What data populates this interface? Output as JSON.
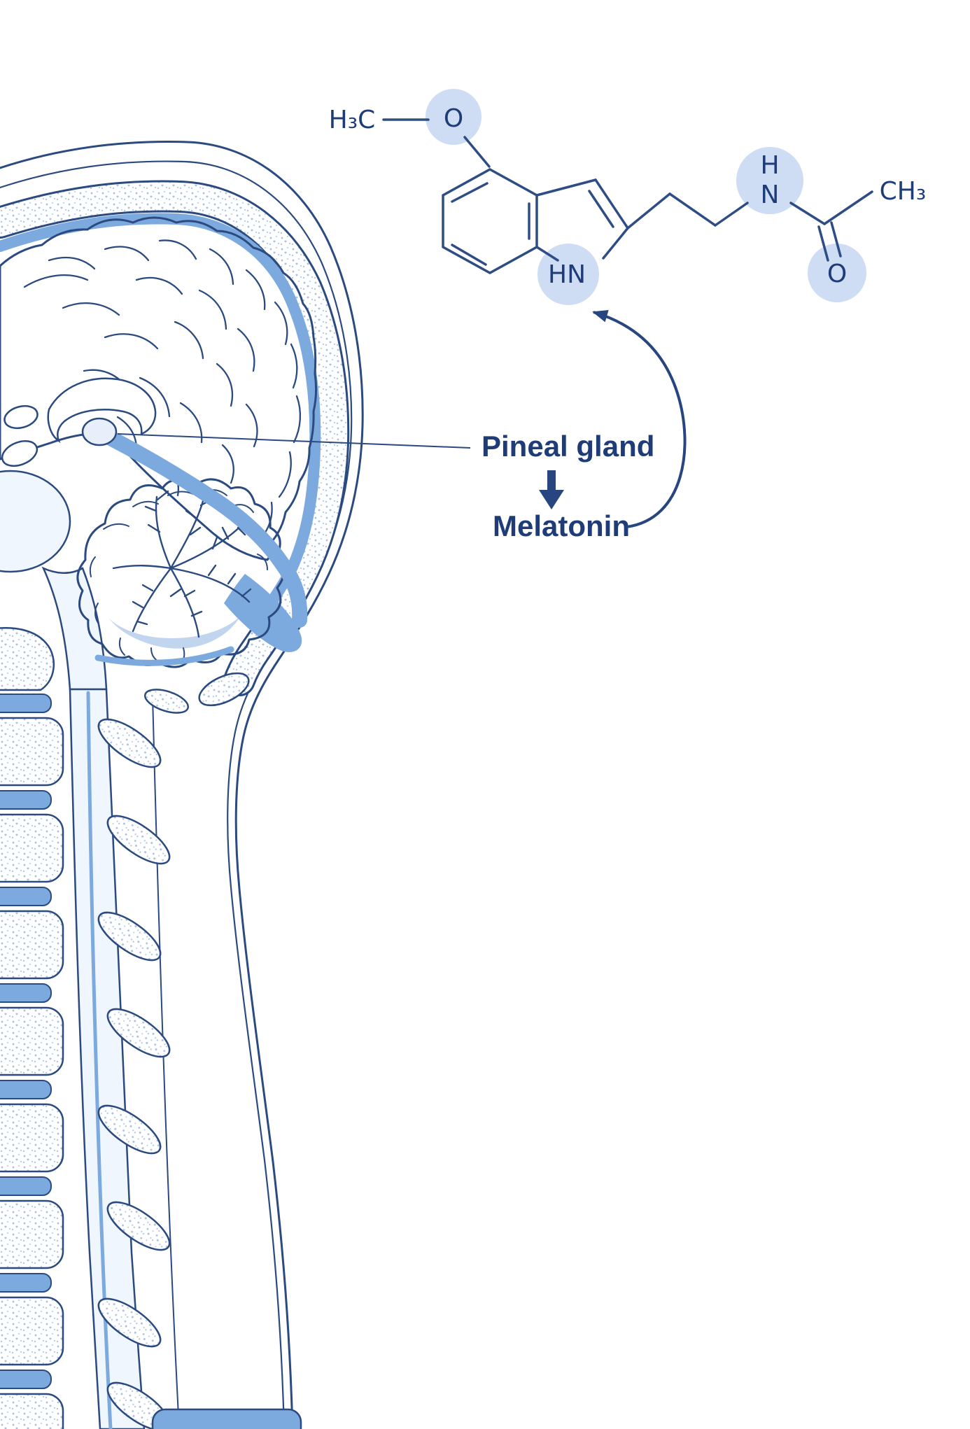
{
  "figure": {
    "description": "Sagittal cross-section of a human head highlighting the pineal gland, which produces melatonin; the chemical structure of melatonin is shown."
  },
  "annotations": {
    "pineal_gland": "Pineal gland",
    "melatonin": "Melatonin"
  },
  "molecule": {
    "labels": {
      "methoxy_methyl": "H₃C",
      "methoxy_oxygen": "O",
      "amide_hydrogen": "H",
      "amide_nitrogen": "N",
      "acetyl_methyl": "CH₃",
      "indole_nh": "HN",
      "carbonyl_oxygen": "O"
    }
  },
  "illustration": {
    "parts": [
      "cerebrum",
      "cerebellum",
      "brainstem",
      "pineal-gland",
      "skull",
      "spinal-cord",
      "vertebrae",
      "intervertebral-discs",
      "cerebrospinal-fluid"
    ]
  },
  "colors": {
    "line": "#2A4A80",
    "text": "#1E3D78",
    "brain_fill": "#DBE6F9",
    "csf_fill": "#7CA9DE",
    "cerebellum_fill": "#B9CFEE",
    "cerebellum_shade": "#8FB3E0",
    "atom_highlight": "#CEDCF4",
    "bone_speckle": "#A9C1E3",
    "background": "#FFFFFF"
  }
}
